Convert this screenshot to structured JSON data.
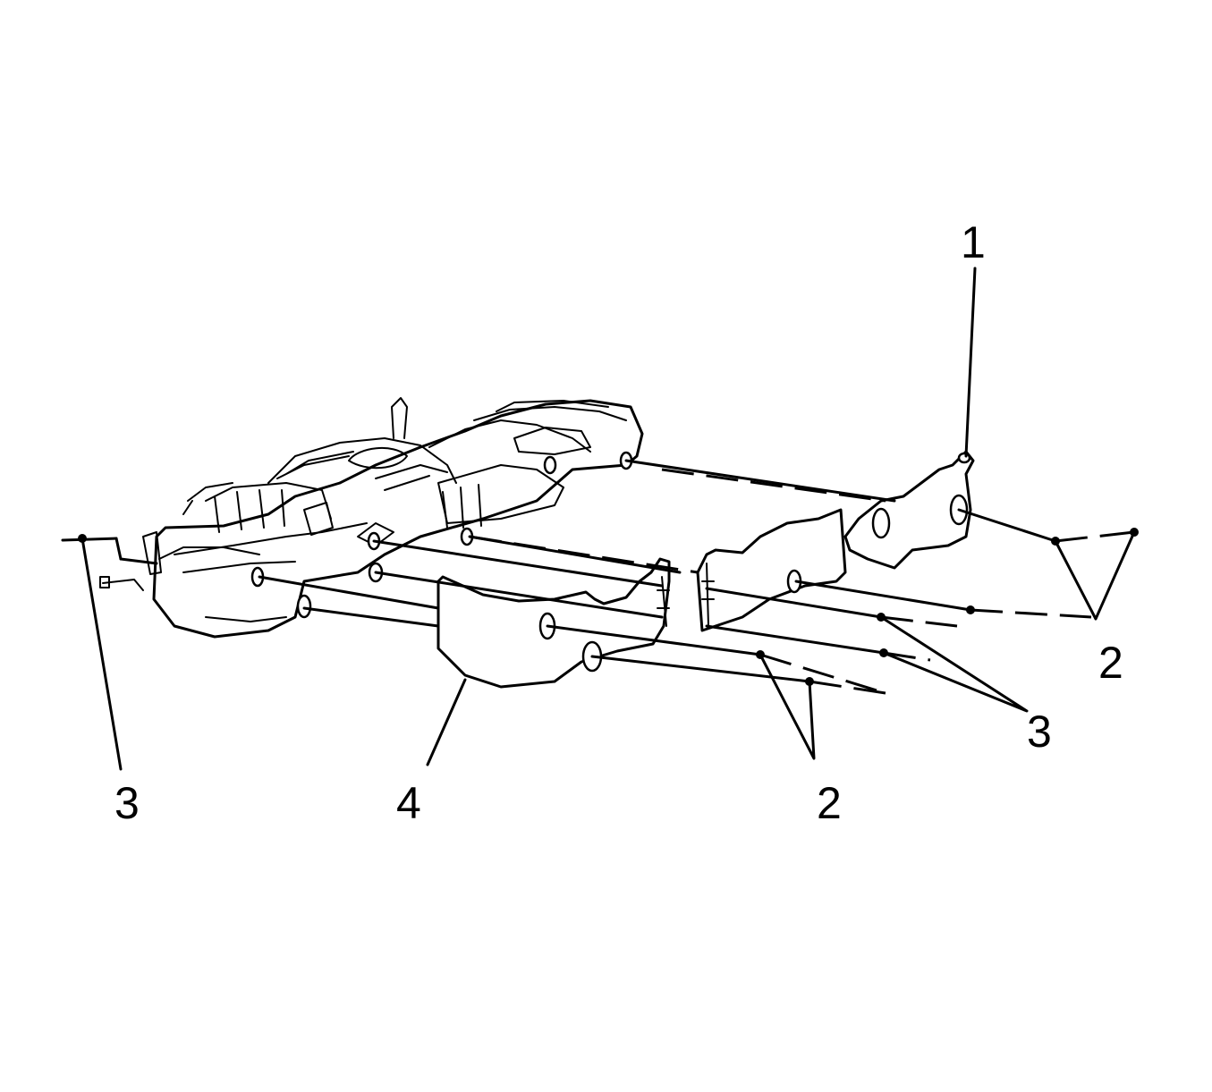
{
  "callouts": {
    "c1": "1",
    "c2a": "2",
    "c2b": "2",
    "c3a": "3",
    "c3b": "3",
    "c4": "4"
  }
}
